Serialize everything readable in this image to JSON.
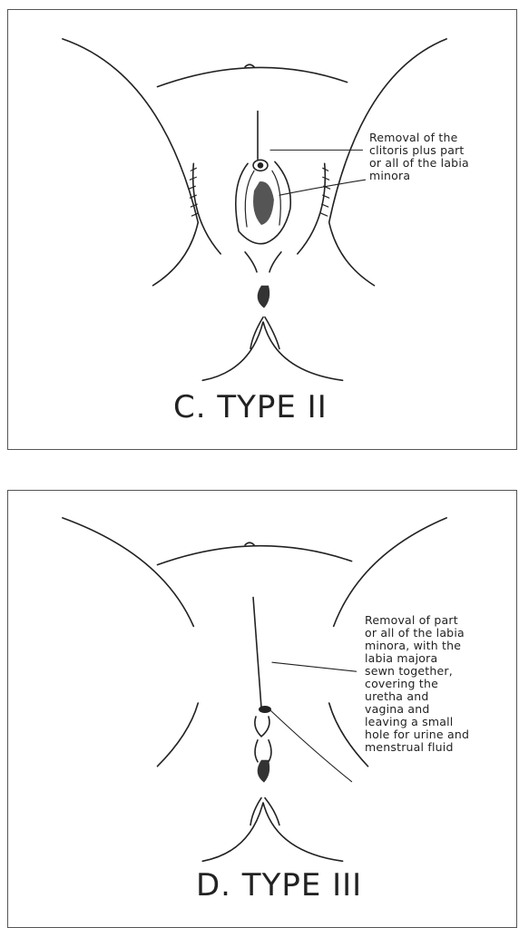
{
  "panels": [
    {
      "caption": "C. TYPE II",
      "annotation_lines": [
        "Removal of the",
        "clitoris plus part",
        "or all of the labia",
        "minora"
      ]
    },
    {
      "caption": "D. TYPE III",
      "annotation_lines": [
        "Removal of part",
        "or all of the labia",
        "minora, with the",
        "labia majora",
        "sewn together,",
        "covering the",
        "uretha and",
        "vagina and",
        "leaving a small",
        "hole for urine and",
        "menstrual fluid"
      ]
    }
  ]
}
